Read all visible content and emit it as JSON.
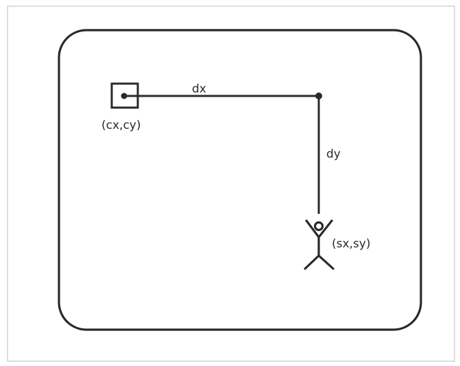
{
  "labels": {
    "dx": "dx",
    "dy": "dy",
    "center": "(cx,cy)",
    "sprite": "(sx,sy)"
  },
  "colors": {
    "ink": "#2a2a2a",
    "frame": "#bdbdbd",
    "paper": "#ffffff"
  },
  "icons": {
    "center_marker": "square-with-dot-icon",
    "sprite": "stick-figure-icon"
  }
}
